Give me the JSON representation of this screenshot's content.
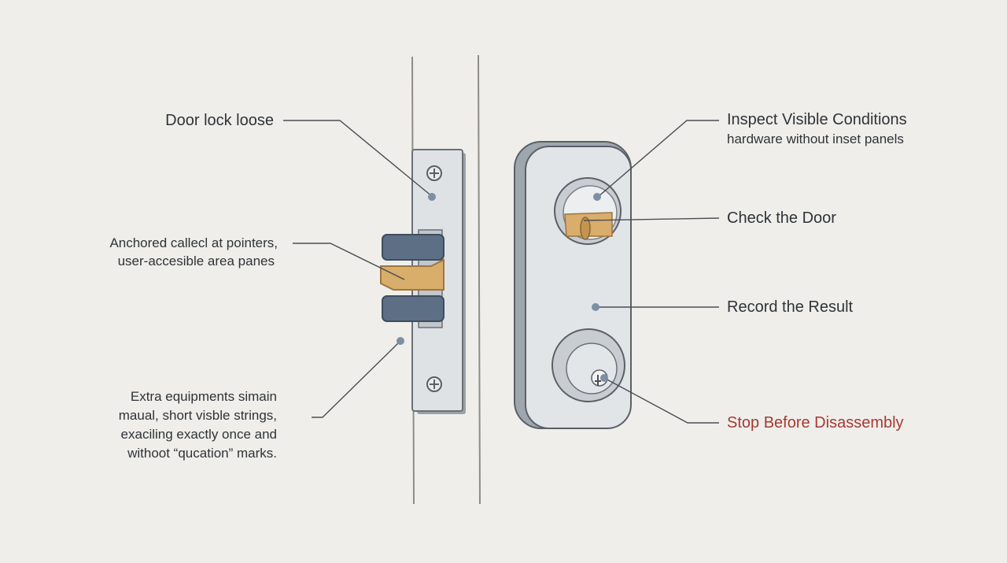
{
  "left_labels": {
    "door_lock": "Door lock loose",
    "anchored_line1": "Anchored callecl at pointers,",
    "anchored_line2": "user-accesible area panes",
    "extra_lines": [
      "Extra  equipments simain",
      "maual, short visble strings,",
      "exaciling exactly once and",
      "withoot “qucation” marks."
    ]
  },
  "right_labels": {
    "inspect_title": "Inspect Visible Conditions",
    "inspect_sub": "hardware without inset panels",
    "check": "Check the Door",
    "record": "Record the Result",
    "stop": "Stop Before Disassembly"
  },
  "colors": {
    "background": "#efeeea",
    "text": "#2f3338",
    "warning": "#a63a32",
    "brass": "#d9ad6a",
    "steel": "#d3d7db",
    "bolt_blue": "#5d6f84",
    "leader_line": "#4a4f55"
  },
  "icons": [
    "screw-icon",
    "key-cylinder-icon",
    "thumbturn-icon",
    "callout-dot-icon"
  ]
}
